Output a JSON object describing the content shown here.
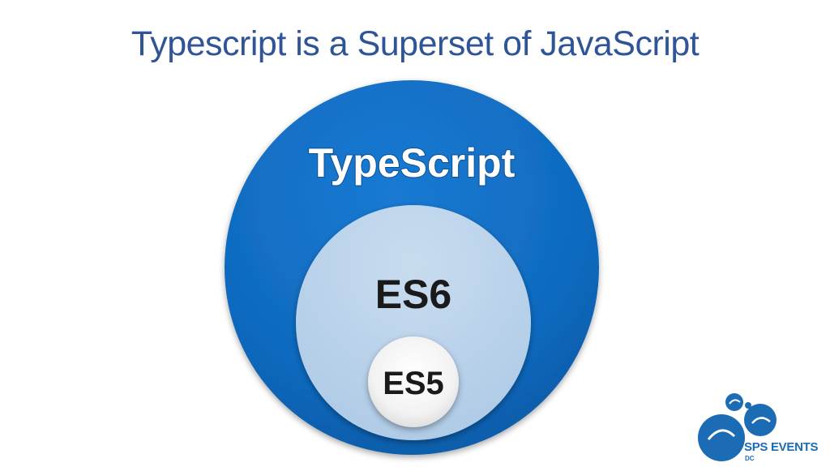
{
  "slide": {
    "title": "Typescript is a Superset of JavaScript"
  },
  "diagram": {
    "circles": [
      {
        "label": "TypeScript",
        "fill": "#0f6abf"
      },
      {
        "label": "ES6",
        "fill": "#bcd3ea"
      },
      {
        "label": "ES5",
        "fill": "#f2f2f2"
      }
    ]
  },
  "logo": {
    "name": "SPS EVENTS",
    "sub": "DC",
    "color": "#1b6cb5"
  }
}
